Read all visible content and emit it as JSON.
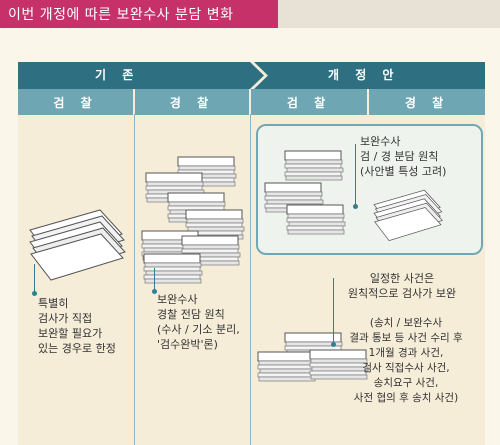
{
  "title": "이번 개정에 따른 보완수사 분담 변화",
  "headers": {
    "current": "기 존",
    "revised": "개 정 안",
    "cols": [
      "검 찰",
      "경 찰",
      "검 찰",
      "경 찰"
    ]
  },
  "notes": {
    "col1": [
      "특별히",
      "검사가 직접",
      "보완할 필요가",
      "있는 경우로 한정"
    ],
    "col2": [
      "보완수사",
      "경찰 전담 원칙",
      "(수사 / 기소 분리,",
      "'검수완박'론)"
    ],
    "box": [
      "보완수사",
      "검 / 경 분담 원칙",
      "(사안별 특성 고려)"
    ],
    "lower_top": [
      "일정한 사건은",
      "원칙적으로 검사가 보완"
    ],
    "lower_detail": [
      "(송치 / 보완수사",
      "결과 통보 등 사건 수리 후",
      "1개월 경과 사건,",
      "검사 직접수사 사건,",
      "송치요구 사건,",
      "사전 협의 후 송치 사건)"
    ]
  },
  "colors": {
    "title_accent": "#c6316a",
    "header_dark": "#2f6f82",
    "header_light": "#6ea6b4",
    "panel": "#f6edd9"
  }
}
